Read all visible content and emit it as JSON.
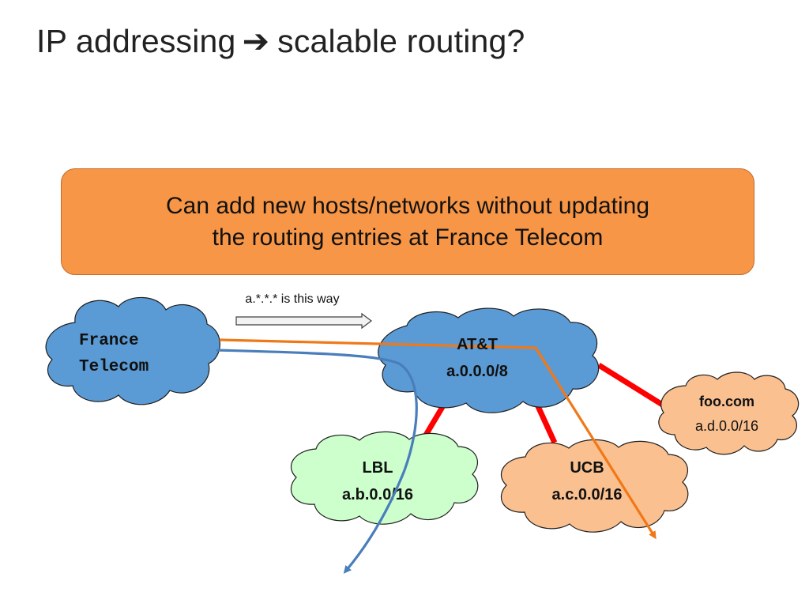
{
  "slide": {
    "title_left": "IP addressing",
    "title_arrow": "➔",
    "title_right": "scalable routing?"
  },
  "callout": {
    "line1": "Can add new hosts/networks without updating",
    "line2": "the routing entries at France Telecom"
  },
  "hint": {
    "text": "a.*.*.* is this way"
  },
  "nodes": {
    "france_telecom": {
      "line1": "France",
      "line2": "Telecom",
      "color": "#5b9bd5"
    },
    "att": {
      "line1": "AT&T",
      "line2": "a.0.0.0/8",
      "color": "#5b9bd5"
    },
    "lbl": {
      "line1": "LBL",
      "line2": "a.b.0.0/16",
      "color": "#ccffcc"
    },
    "ucb": {
      "line1": "UCB",
      "line2": "a.c.0.0/16",
      "color": "#fac090"
    },
    "foo": {
      "line1": "foo.com",
      "line2": "a.d.0.0/16",
      "color": "#fac090"
    }
  },
  "colors": {
    "link": "#ff0000",
    "orange_path": "#f07818",
    "blue_path": "#4a7ebb",
    "cloud_stroke": "#1f1f1f"
  }
}
